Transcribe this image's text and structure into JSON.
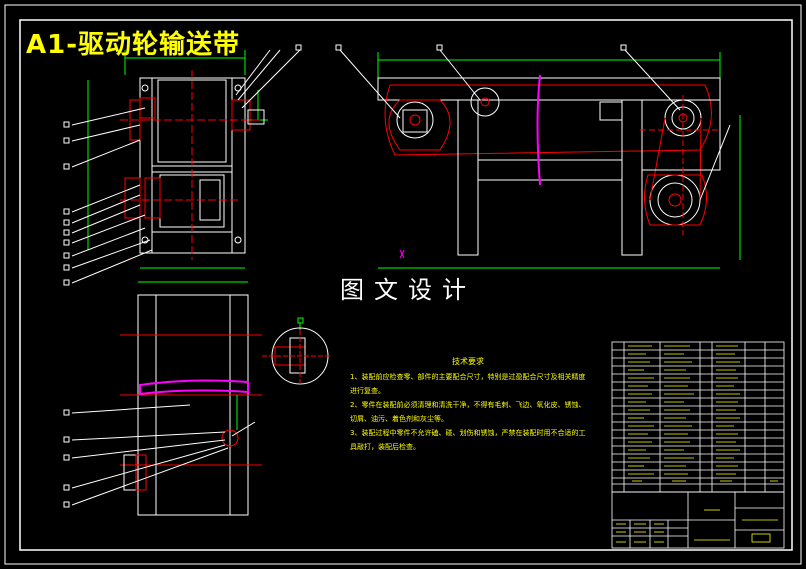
{
  "drawing": {
    "title": "A1-驱动轮输送带",
    "watermark": "图文设计"
  },
  "technical_notes": {
    "heading": "技术要求",
    "items": [
      "1、装配前应检查零、部件的主要配合尺寸，特别是过盈配合尺寸及相关精度进行复查。",
      "2、零件在装配前必须清理和清洗干净，不得有毛刺、飞边、氧化皮、锈蚀、切屑、油污、着色剂和灰尘等。",
      "3、装配过程中零件不允许磕、碰、划伤和锈蚀，严禁在装配时用不合适的工具敲打，装配后检查。"
    ]
  },
  "colors": {
    "background": "#000000",
    "frame": "#ffffff",
    "title": "#ffff00",
    "outline": "#ffffff",
    "centerline": "#ff0000",
    "dimension": "#00ff00",
    "belt": "#ff00ff",
    "leader": "#ffffff"
  }
}
